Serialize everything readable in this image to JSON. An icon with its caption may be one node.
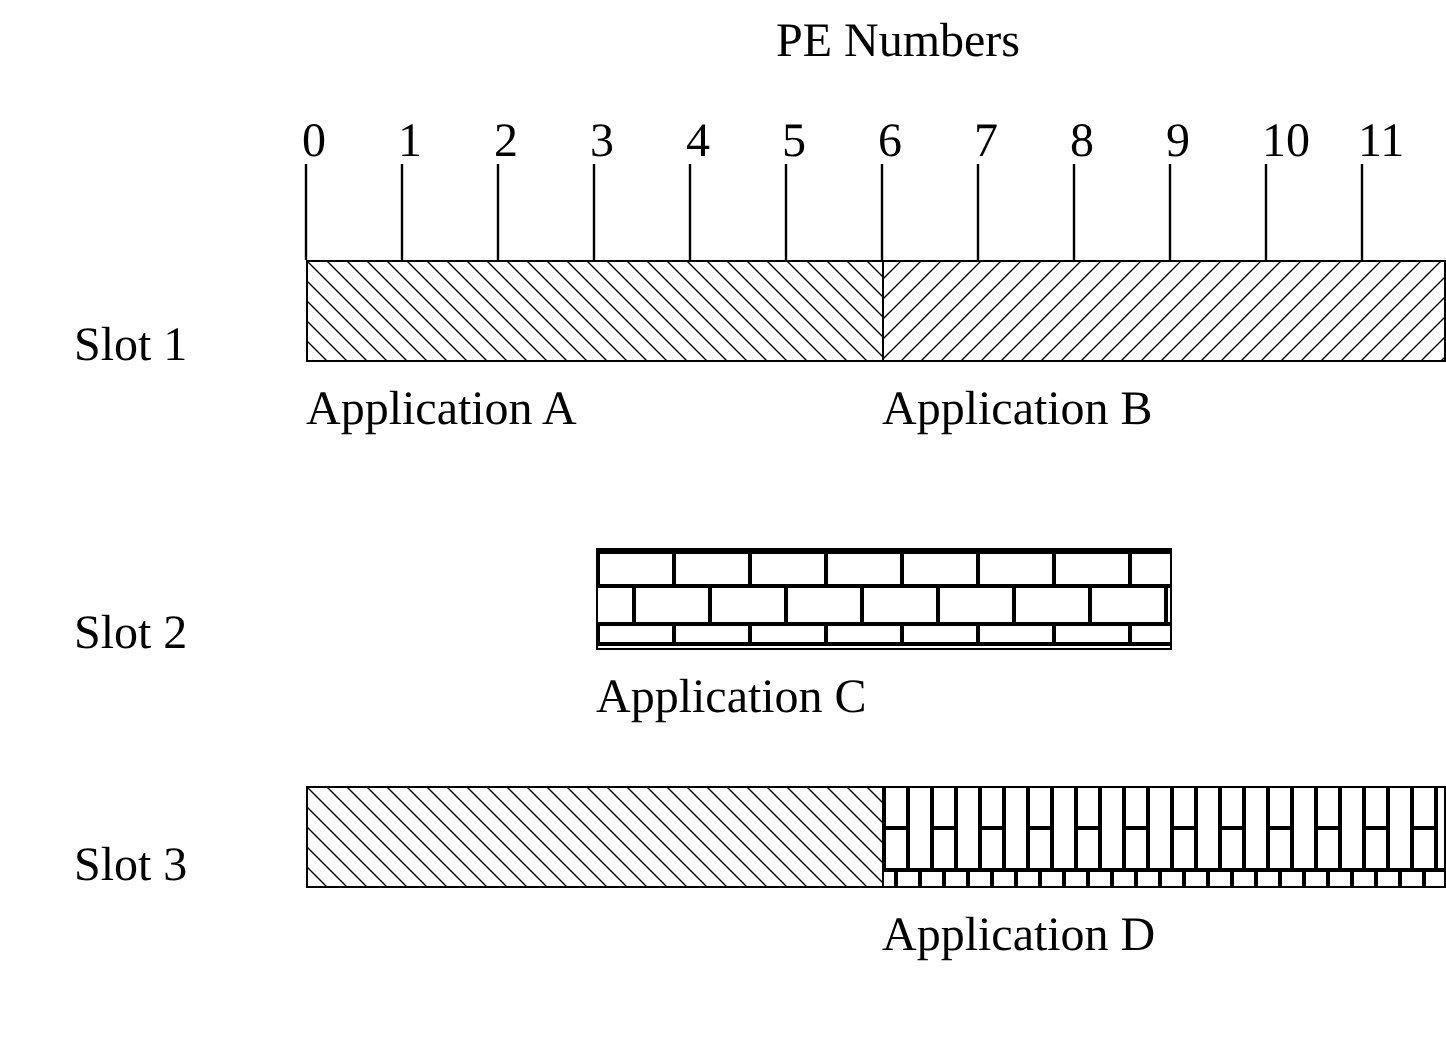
{
  "diagram": {
    "title": "PE Numbers",
    "nodes": [
      {
        "text": [
          "Application A"
        ]
      },
      {
        "text": [
          "Application B"
        ]
      },
      {
        "text": [
          "Application C"
        ]
      },
      {
        "text": [],
        "shape": "bar"
      },
      {
        "text": [
          "Application D"
        ]
      }
    ],
    "edges": [],
    "labels": [
      "0",
      "1",
      "2",
      "3",
      "4",
      "5",
      "6",
      "7",
      "8",
      "9",
      "10",
      "11",
      "Slot 1",
      "Slot 2",
      "Slot 3"
    ]
  }
}
